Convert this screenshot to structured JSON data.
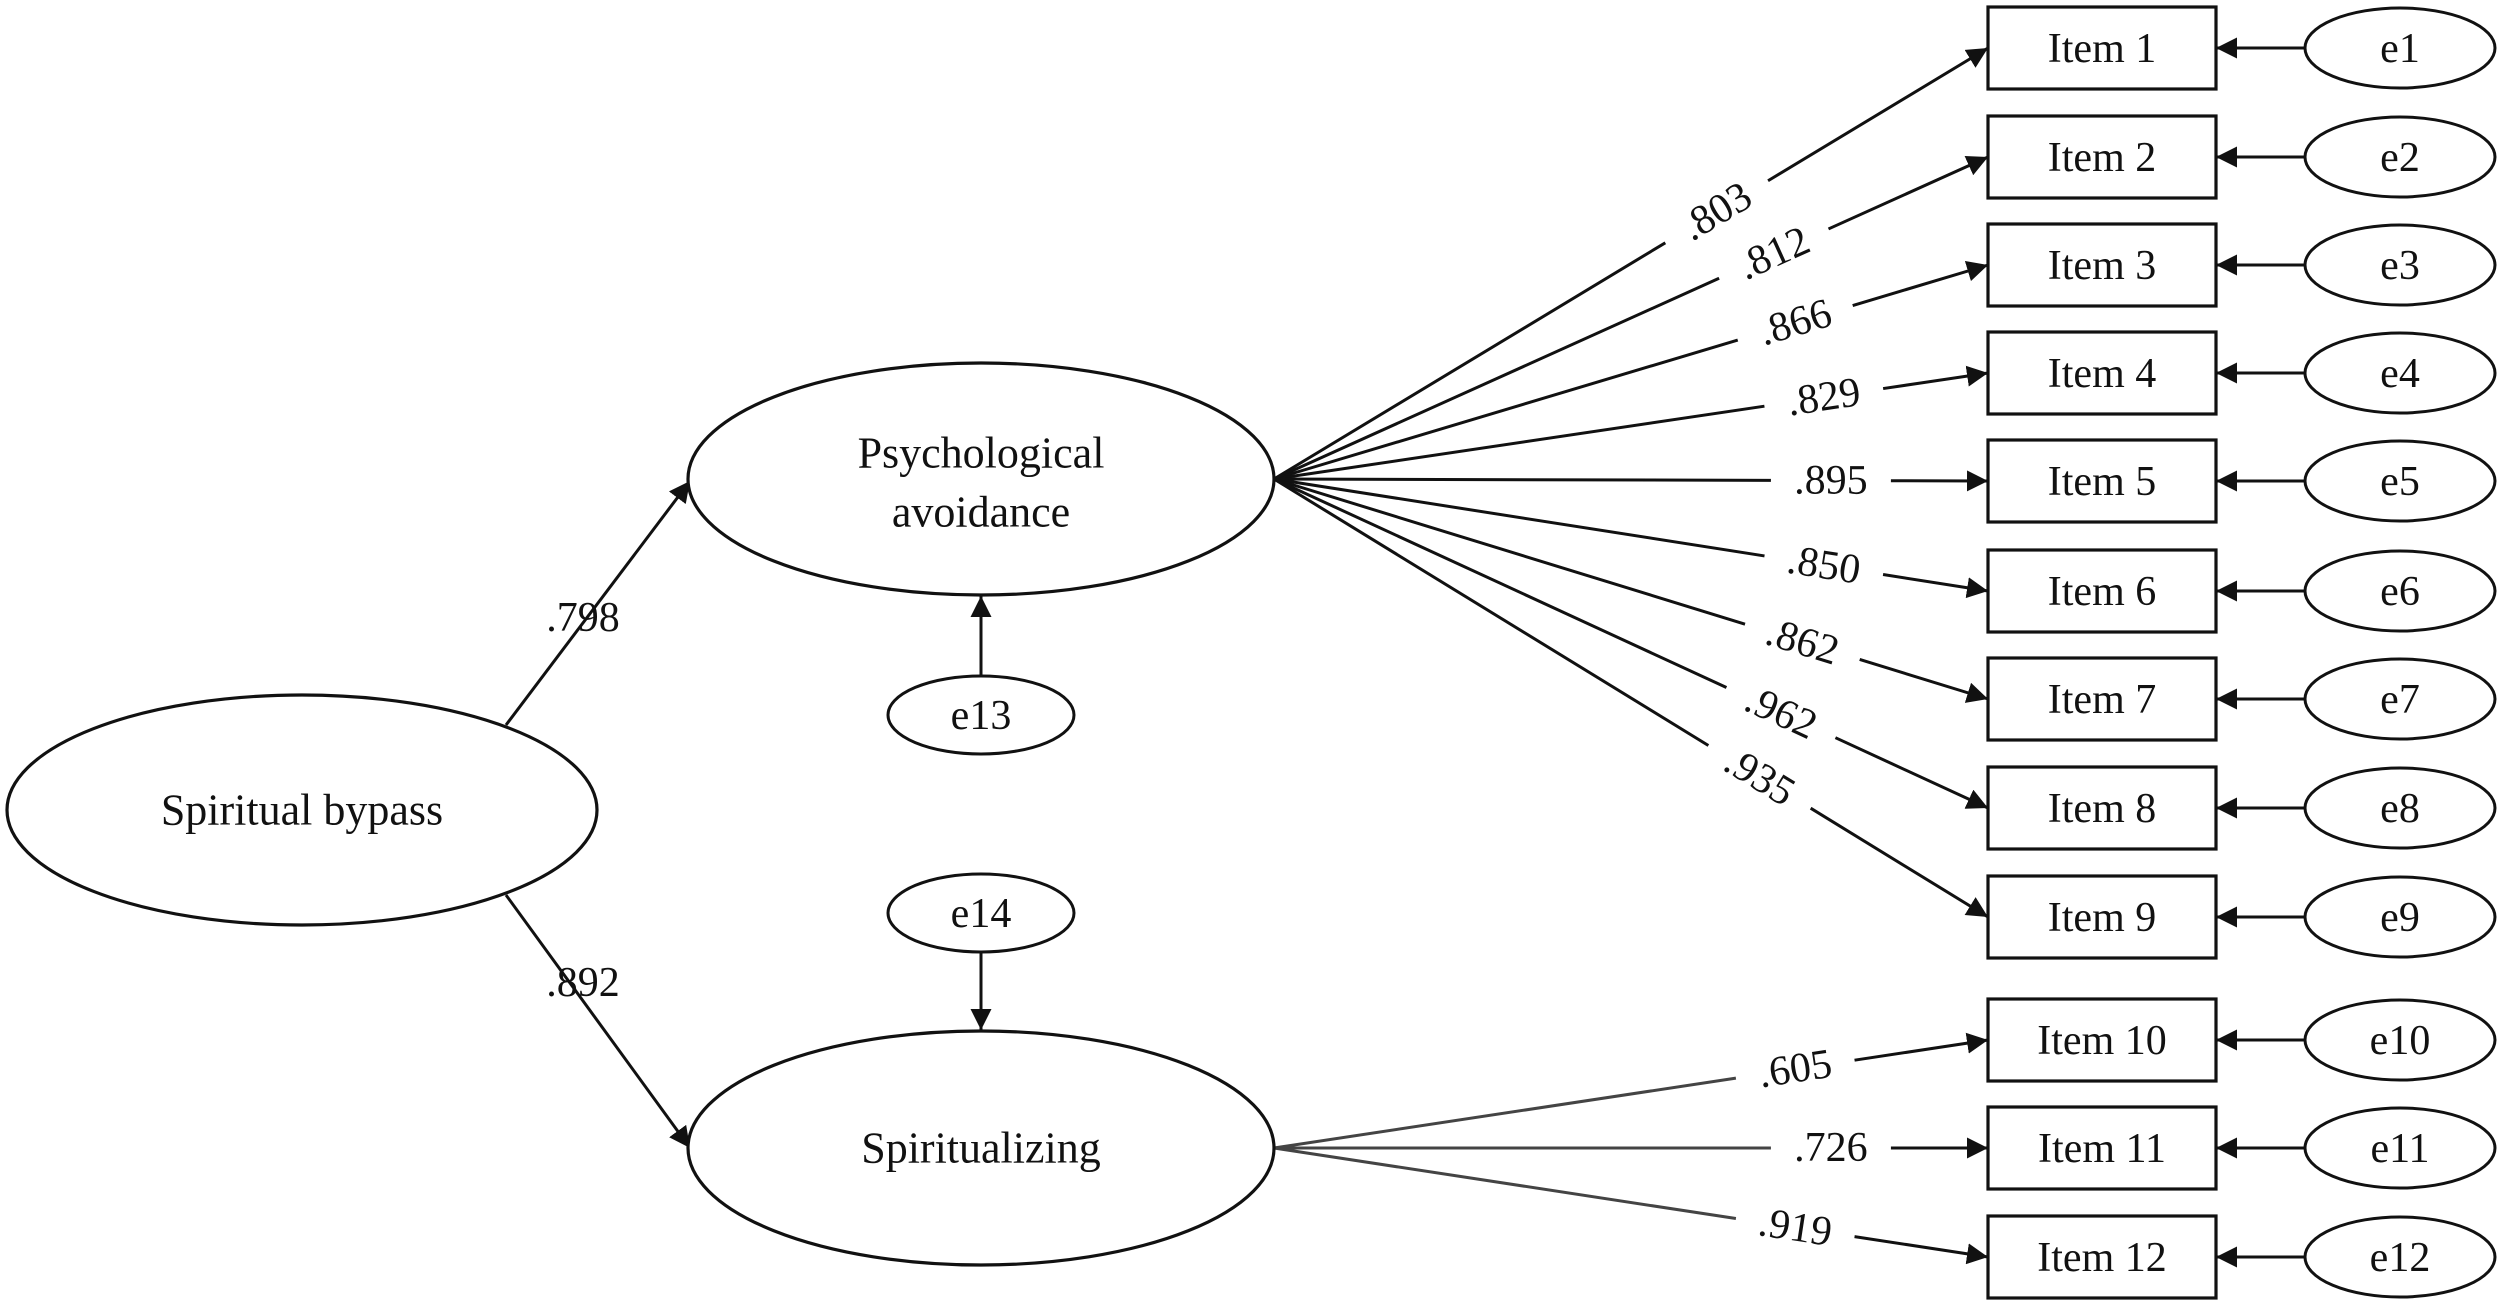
{
  "latents": {
    "sb": {
      "label": "Spiritual bypass"
    },
    "pa": {
      "lines": [
        "Psychological",
        "avoidance"
      ]
    },
    "sp": {
      "label": "Spiritualizing"
    }
  },
  "structural_paths": [
    {
      "from": "sb",
      "to": "pa",
      "coef": ".798"
    },
    {
      "from": "sb",
      "to": "sp",
      "coef": ".892"
    }
  ],
  "disturbances": [
    {
      "label": "e13",
      "target": "pa"
    },
    {
      "label": "e14",
      "target": "sp"
    }
  ],
  "items": [
    {
      "label": "Item 1",
      "error": "e1",
      "factor": "pa",
      "loading": ".803"
    },
    {
      "label": "Item 2",
      "error": "e2",
      "factor": "pa",
      "loading": ".812"
    },
    {
      "label": "Item 3",
      "error": "e3",
      "factor": "pa",
      "loading": ".866"
    },
    {
      "label": "Item 4",
      "error": "e4",
      "factor": "pa",
      "loading": ".829"
    },
    {
      "label": "Item 5",
      "error": "e5",
      "factor": "pa",
      "loading": ".895"
    },
    {
      "label": "Item 6",
      "error": "e6",
      "factor": "pa",
      "loading": ".850"
    },
    {
      "label": "Item 7",
      "error": "e7",
      "factor": "pa",
      "loading": ".862"
    },
    {
      "label": "Item 8",
      "error": "e8",
      "factor": "pa",
      "loading": ".962"
    },
    {
      "label": "Item 9",
      "error": "e9",
      "factor": "pa",
      "loading": ".935"
    },
    {
      "label": "Item 10",
      "error": "e10",
      "factor": "sp",
      "loading": ".605"
    },
    {
      "label": "Item 11",
      "error": "e11",
      "factor": "sp",
      "loading": ".726"
    },
    {
      "label": "Item 12",
      "error": "e12",
      "factor": "sp",
      "loading": ".919"
    }
  ]
}
